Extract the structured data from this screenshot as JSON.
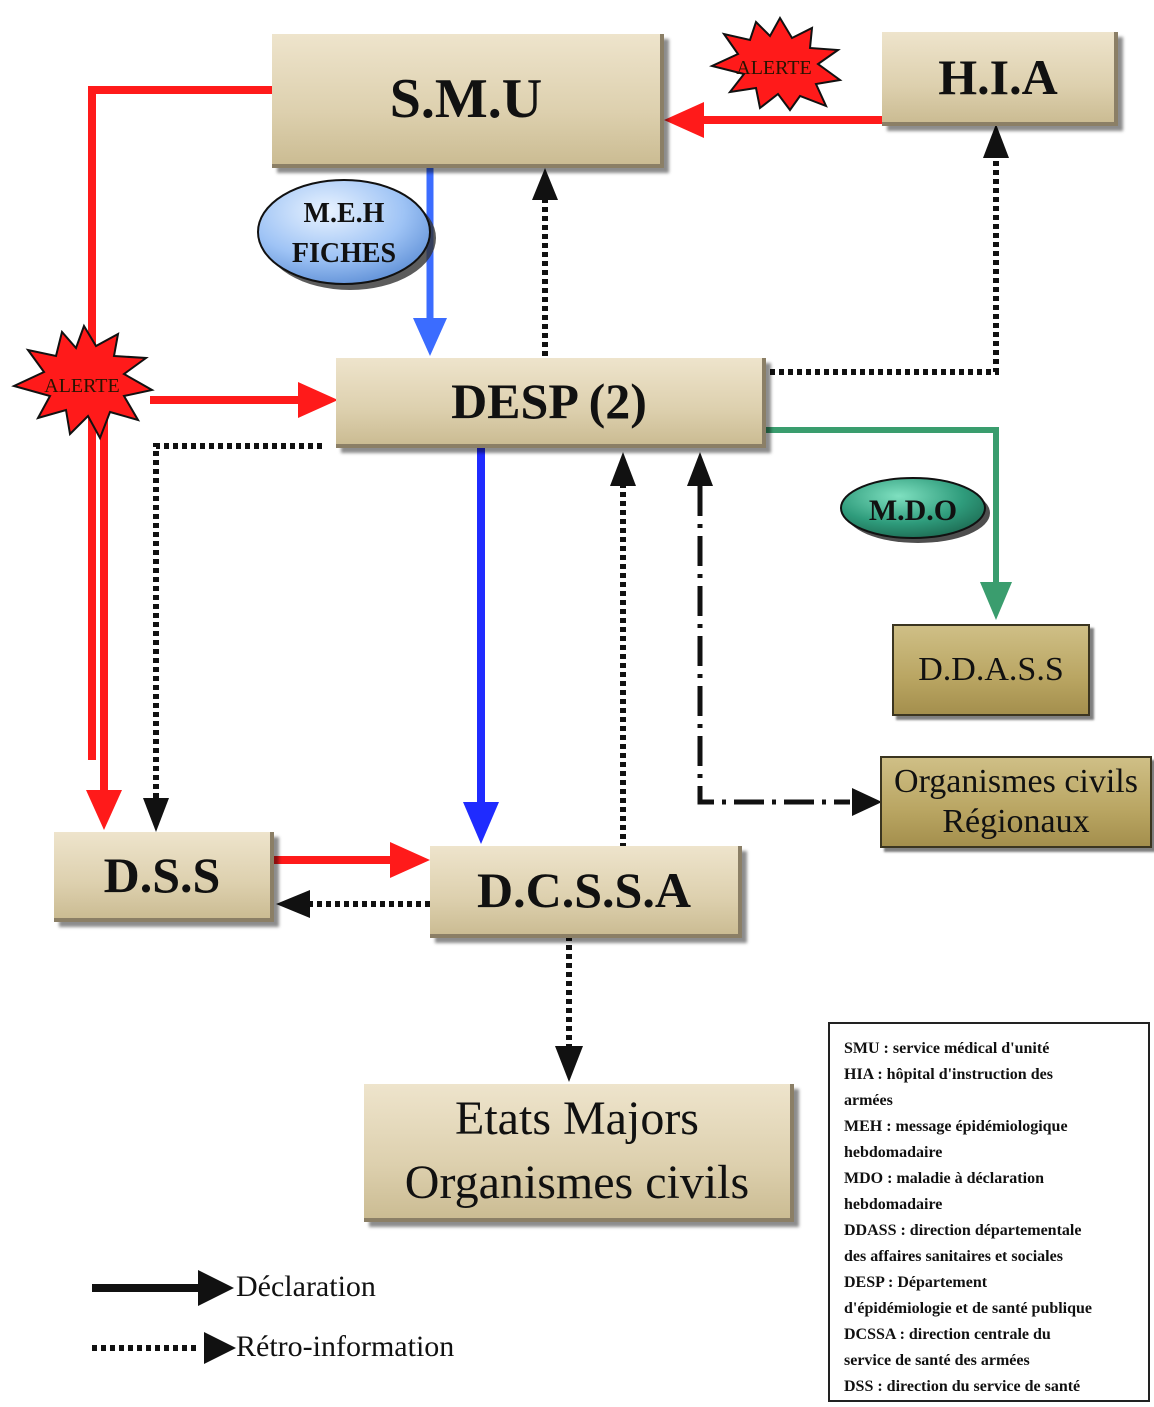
{
  "nodes": {
    "smu": "S.M.U",
    "hia": "H.I.A",
    "desp": "DESP (2)",
    "ddass": "D.D.A.S.S",
    "organismes_regionaux": [
      "Organismes civils",
      "Régionaux"
    ],
    "dss": "D.S.S",
    "dcssa": "D.C.S.S.A",
    "etats_majors": [
      "Etats Majors",
      "Organismes civils"
    ]
  },
  "badges": {
    "meh": [
      "M.E.H",
      "FICHES"
    ],
    "mdo": "M.D.O",
    "alerte": "ALERTE"
  },
  "key": {
    "declaration": "Déclaration",
    "retro": "Rétro-information"
  },
  "glossary": [
    "SMU : service médical d'unité",
    "HIA : hôpital d'instruction des",
    "armées",
    "MEH : message épidémiologique",
    "hebdomadaire",
    "MDO : maladie à déclaration",
    "hebdomadaire",
    "DDASS : direction départementale",
    "des affaires sanitaires et sociales",
    "DESP : Département",
    "d'épidémiologie et de santé publique",
    "DCSSA : direction centrale du",
    "service de santé des armées",
    "DSS : direction du service de santé"
  ],
  "colors": {
    "alert": "#ff1a1a",
    "declaration_blue": "#1f2bff",
    "meh_blue": "#3b6cff",
    "mdo_green": "#3a9d6e",
    "retro": "#111111"
  }
}
